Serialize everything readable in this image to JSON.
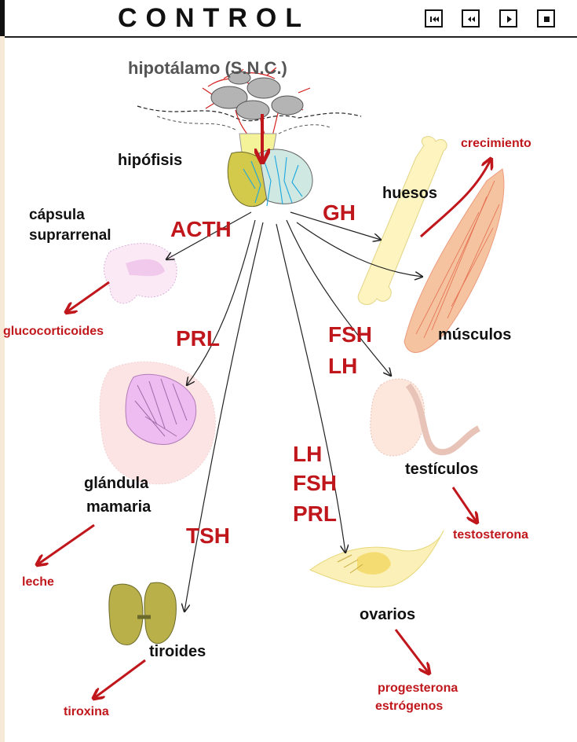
{
  "header": {
    "title": "CONTROL",
    "controls": [
      "first-icon",
      "rewind-icon",
      "play-icon",
      "stop-icon"
    ]
  },
  "colors": {
    "hormone": "#c0171c",
    "organ_label": "#111111",
    "header_accent": "#222222"
  },
  "diagram": {
    "brain": "hipotálamo (S.N.C.)",
    "pituitary": "hipófisis",
    "adrenal": {
      "name_line1": "cápsula",
      "name_line2": "suprarrenal",
      "hormone": "ACTH",
      "output": "glucocorticoides"
    },
    "mammary": {
      "name_line1": "glándula",
      "name_line2": "mamaria",
      "hormone": "PRL",
      "output": "leche"
    },
    "thyroid": {
      "name": "tiroides",
      "hormone": "TSH",
      "output": "tiroxina"
    },
    "ovaries": {
      "name": "ovarios",
      "hormone_line1": "LH",
      "hormone_line2": "FSH",
      "hormone_line3": "PRL",
      "output_line1": "progesterona",
      "output_line2": "estrógenos"
    },
    "testes": {
      "name": "testículos",
      "hormone_line1": "FSH",
      "hormone_line2": "LH",
      "output": "testosterona"
    },
    "bones": {
      "name": "huesos"
    },
    "muscles": {
      "name": "músculos"
    },
    "growth": {
      "hormone": "GH",
      "output": "crecimiento"
    }
  }
}
